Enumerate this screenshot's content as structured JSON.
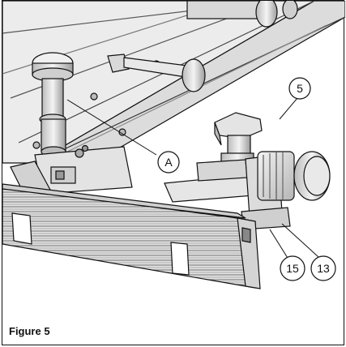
{
  "figure": {
    "caption": "Figure 5"
  },
  "callouts": {
    "a": "A",
    "c5": "5",
    "c15": "15",
    "c13": "13"
  },
  "colors": {
    "line": "#111111",
    "metal_light": "#e9e9e9",
    "metal_mid": "#cfcfcf",
    "metal_dark": "#9a9a9a"
  }
}
